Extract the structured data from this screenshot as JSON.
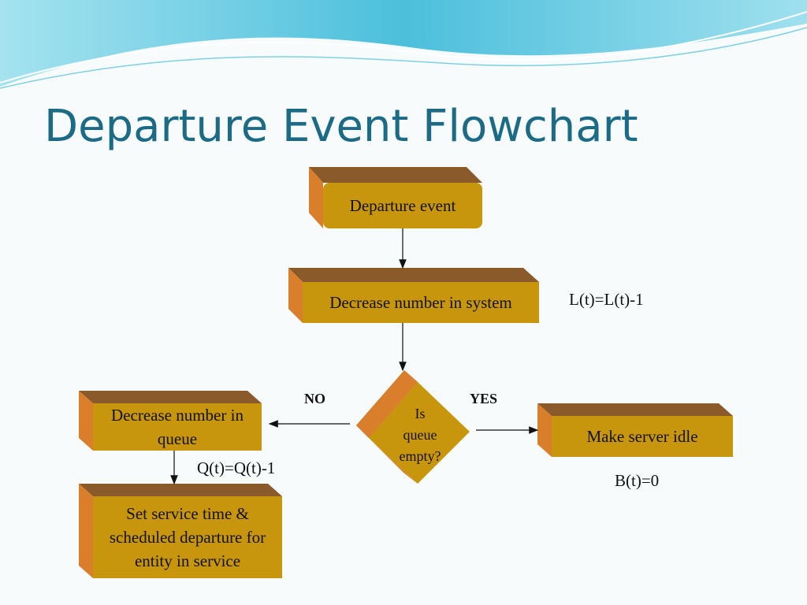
{
  "slide": {
    "title": "Departure Event Flowchart"
  },
  "flowchart": {
    "start": "Departure event",
    "decrease_system": "Decrease number in system",
    "decision_line1": "Is",
    "decision_line2": "queue",
    "decision_line3": "empty?",
    "no_label": "NO",
    "yes_label": "YES",
    "decrease_queue": "Decrease number in queue",
    "server_idle": "Make server idle",
    "set_service": "Set service time & scheduled departure for entity in service",
    "eq_system": "L(t)=L(t)-1",
    "eq_queue": "Q(t)=Q(t)-1",
    "eq_busy": "B(t)=0"
  },
  "colors": {
    "box_front": "#c8960c",
    "box_top": "#8b5a2b",
    "box_side": "#d97f2b",
    "title": "#1b6b86",
    "wave": "#5cc6de"
  }
}
